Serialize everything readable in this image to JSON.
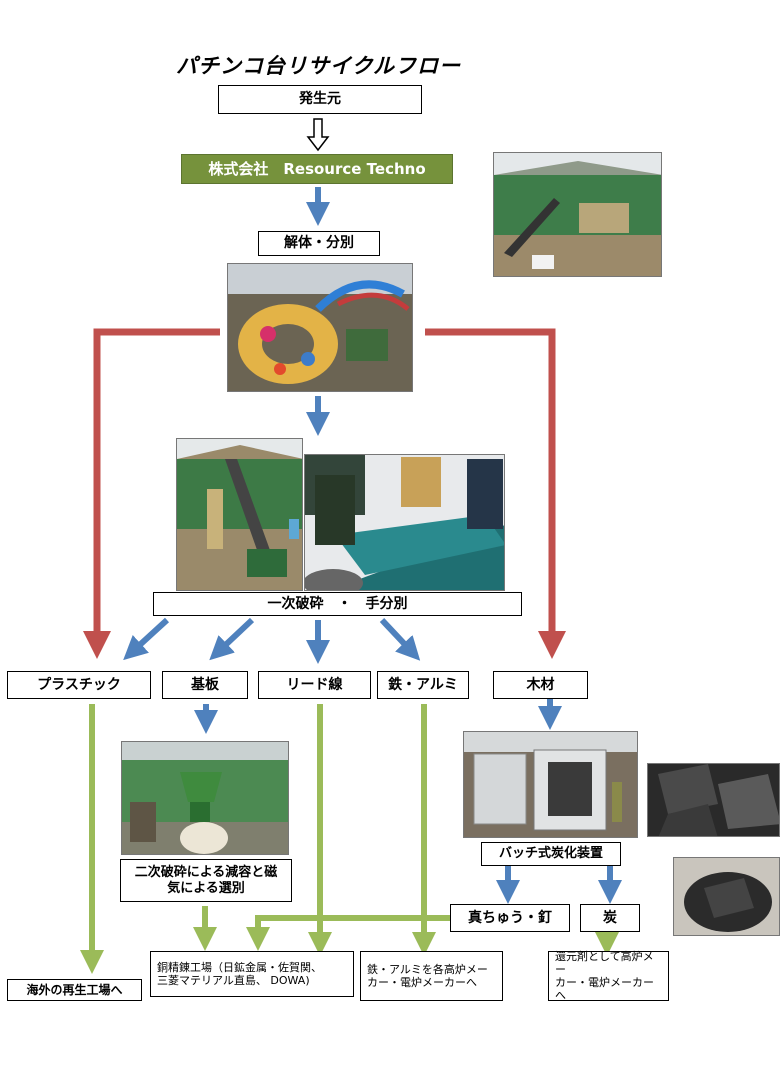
{
  "title": "パチンコ台リサイクルフロー",
  "nodes": {
    "source": "発生元",
    "company": "株式会社　Resource Techno",
    "dismantle": "解体・分別",
    "primary_crush": "一次破砕　・　手分別",
    "plastic": "プラスチック",
    "board": "基板",
    "lead_wire": "リード線",
    "iron_aluminum": "鉄・アルミ",
    "wood": "木材",
    "secondary_crush_line1": "二次破砕による減容と磁",
    "secondary_crush_line2": "気による選別",
    "batch_carbonizer": "バッチ式炭化装置",
    "brass_nails": "真ちゅう・釘",
    "charcoal": "炭",
    "overseas_plant": "海外の再生工場へ",
    "copper_smelter_line1": "銅精錬工場（日鉱金属・佐賀関、",
    "copper_smelter_line2": "三菱マテリアル直島、 DOWA)",
    "iron_aluminum_dest_line1": "鉄・アルミを各高炉メー",
    "iron_aluminum_dest_line2": "カー・電炉メーカーへ",
    "reducing_agent_line1": "還元剤として高炉メー",
    "reducing_agent_line2": "カー・電炉メーカーへ"
  },
  "colors": {
    "blue_arrow": "#4f81bd",
    "red_arrow": "#c0504d",
    "green_arrow": "#9bbb59",
    "company_box": "#76923c"
  }
}
